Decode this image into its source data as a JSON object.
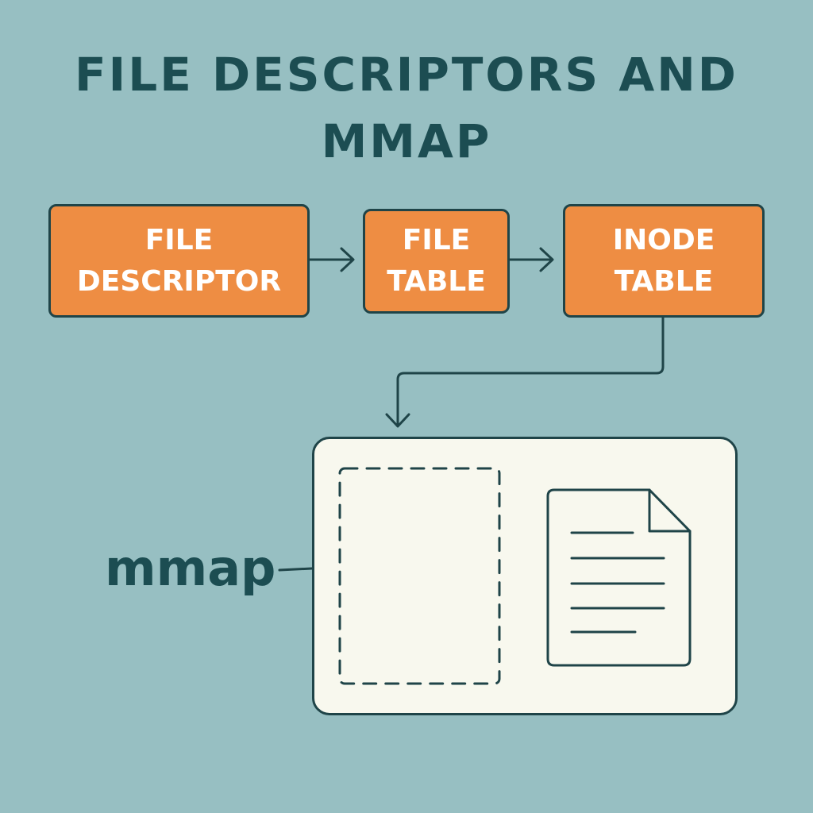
{
  "title": "FILE DESCRIPTORS AND\nMMAP",
  "boxes": {
    "file_descriptor": "FILE\nDESCRIPTOR",
    "file_table": "FILE\nTABLE",
    "inode_table": "INODE\nTABLE"
  },
  "mmap_label": "mmap",
  "colors": {
    "background": "#97bfc2",
    "box_fill": "#ee8d43",
    "outline": "#1f4448",
    "title_text": "#1c4d52",
    "panel_fill": "#f8f8ee"
  },
  "icons": {
    "mapped_region": "dashed-rectangle-icon",
    "file": "document-icon"
  }
}
